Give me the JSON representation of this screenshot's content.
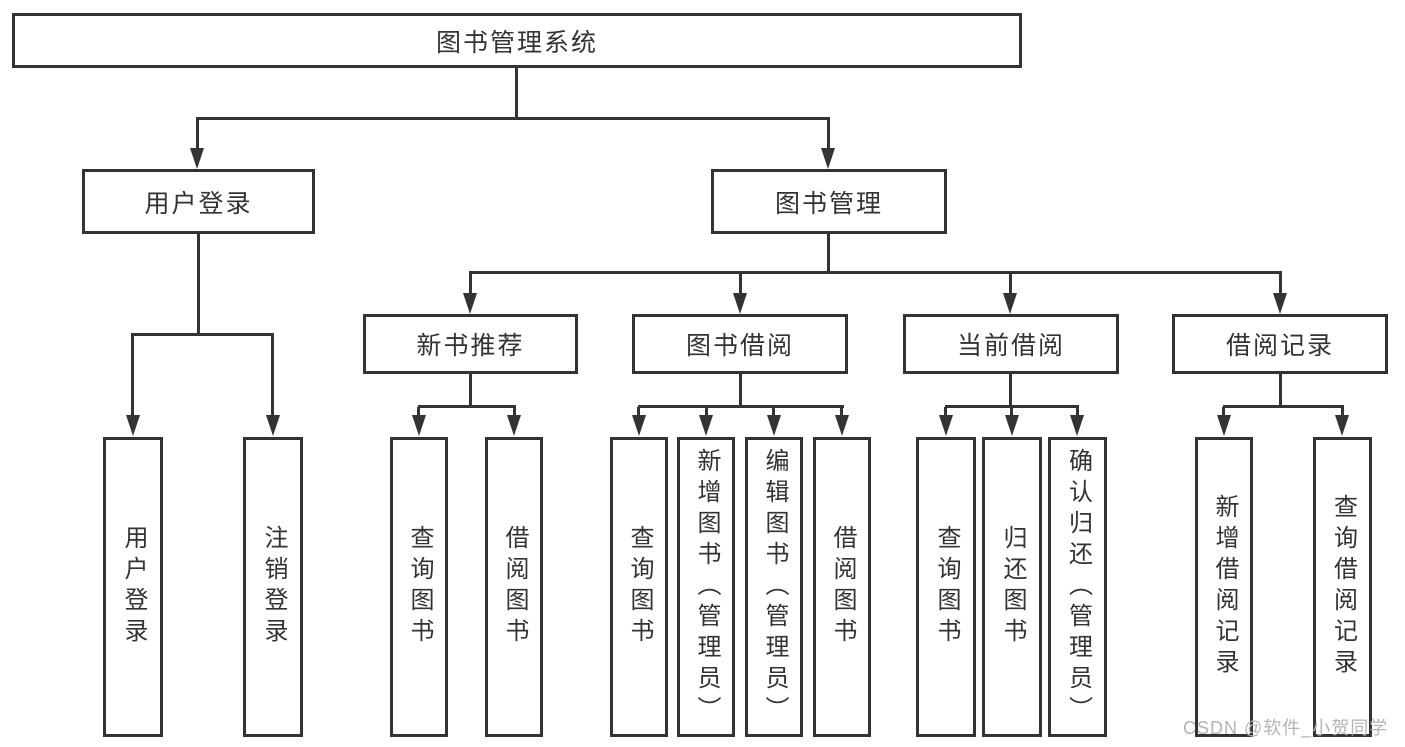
{
  "tree": {
    "root": {
      "label": "图书管理系统"
    },
    "branches": [
      {
        "label": "用户登录",
        "children": [
          {
            "label": "用户登录"
          },
          {
            "label": "注销登录"
          }
        ]
      },
      {
        "label": "图书管理",
        "children": [
          {
            "label": "新书推荐",
            "children": [
              {
                "label": "查询图书"
              },
              {
                "label": "借阅图书"
              }
            ]
          },
          {
            "label": "图书借阅",
            "children": [
              {
                "label": "查询图书"
              },
              {
                "label": "新增图书（管理员）"
              },
              {
                "label": "编辑图书（管理员）"
              },
              {
                "label": "借阅图书"
              }
            ]
          },
          {
            "label": "当前借阅",
            "children": [
              {
                "label": "查询图书"
              },
              {
                "label": "归还图书"
              },
              {
                "label": "确认归还（管理员）"
              }
            ]
          },
          {
            "label": "借阅记录",
            "children": [
              {
                "label": "新增借阅记录"
              },
              {
                "label": "查询借阅记录"
              }
            ]
          }
        ]
      }
    ]
  },
  "watermark": "CSDN @软件_小贺同学",
  "colors": {
    "line": "#333333",
    "background": "#ffffff",
    "watermark": "#b4b4b4"
  }
}
